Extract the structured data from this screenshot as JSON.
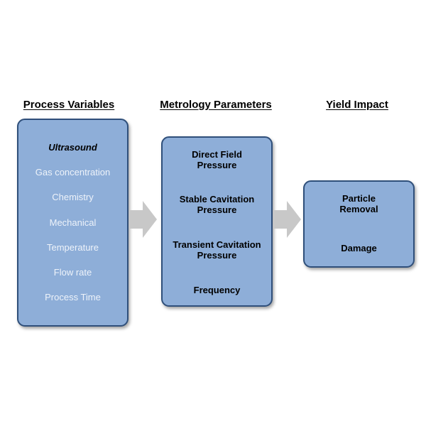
{
  "headings": {
    "process": "Process Variables",
    "metrology": "Metrology Parameters",
    "yield": "Yield Impact"
  },
  "process_box": {
    "items": [
      "Ultrasound",
      "Gas concentration",
      "Chemistry",
      "Mechanical",
      "Temperature",
      "Flow rate",
      "Process Time"
    ]
  },
  "metrology_box": {
    "items": [
      "Direct Field\nPressure",
      "Stable Cavitation\nPressure",
      "Transient Cavitation\nPressure",
      "Frequency"
    ]
  },
  "yield_box": {
    "items": [
      "Particle\nRemoval",
      "Damage"
    ]
  },
  "colors": {
    "box_fill": "#8eaed8",
    "box_border": "#2f4f7a",
    "arrow": "#c8c8c8"
  }
}
